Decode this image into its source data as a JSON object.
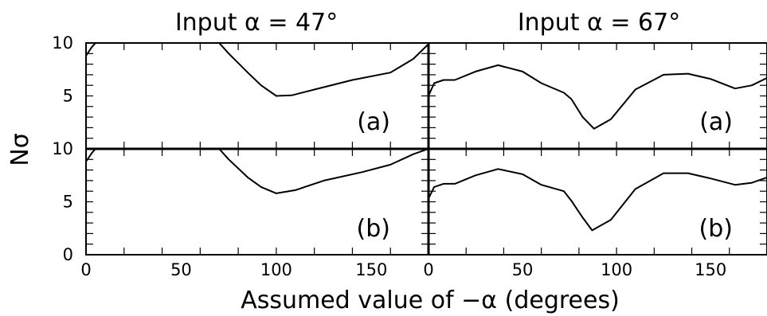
{
  "chart_data": {
    "type": "line",
    "ylabel": "Nσ",
    "xlabel": "Assumed value of −α (degrees)",
    "grid": false,
    "x_ticks": [
      0,
      50,
      100,
      150
    ],
    "columns": [
      {
        "title": "Input α = 47°",
        "xlim": [
          0,
          180
        ],
        "ylim": [
          0,
          10
        ],
        "y_ticks": [
          0,
          5,
          10
        ],
        "panels": [
          {
            "tag": "(a)",
            "curve": [
              [
                0,
                8.8
              ],
              [
                3,
                9.6
              ],
              [
                5,
                10
              ],
              [
                70,
                10
              ],
              [
                75,
                9.0
              ],
              [
                85,
                7.2
              ],
              [
                92,
                6.0
              ],
              [
                100,
                5.0
              ],
              [
                108,
                5.05
              ],
              [
                120,
                5.6
              ],
              [
                140,
                6.5
              ],
              [
                160,
                7.2
              ],
              [
                172,
                8.5
              ],
              [
                180,
                9.9
              ]
            ]
          },
          {
            "tag": "(b)",
            "curve": [
              [
                0,
                8.8
              ],
              [
                3,
                9.6
              ],
              [
                5,
                10
              ],
              [
                70,
                10
              ],
              [
                75,
                9.0
              ],
              [
                85,
                7.3
              ],
              [
                92,
                6.4
              ],
              [
                100,
                5.8
              ],
              [
                110,
                6.1
              ],
              [
                125,
                7.0
              ],
              [
                145,
                7.8
              ],
              [
                160,
                8.5
              ],
              [
                172,
                9.5
              ],
              [
                180,
                10
              ]
            ]
          }
        ]
      },
      {
        "title": "Input α = 67°",
        "xlim": [
          0,
          180
        ],
        "ylim": [
          0,
          10
        ],
        "y_ticks": [
          0,
          5,
          10
        ],
        "panels": [
          {
            "tag": "(a)",
            "curve": [
              [
                0,
                5.0
              ],
              [
                3,
                6.2
              ],
              [
                8,
                6.5
              ],
              [
                14,
                6.5
              ],
              [
                25,
                7.3
              ],
              [
                37,
                7.9
              ],
              [
                50,
                7.3
              ],
              [
                60,
                6.2
              ],
              [
                72,
                5.3
              ],
              [
                76,
                4.7
              ],
              [
                82,
                3.0
              ],
              [
                88,
                1.9
              ],
              [
                97,
                2.8
              ],
              [
                110,
                5.6
              ],
              [
                125,
                7.0
              ],
              [
                138,
                7.1
              ],
              [
                150,
                6.6
              ],
              [
                163,
                5.7
              ],
              [
                172,
                6.0
              ],
              [
                180,
                6.7
              ]
            ]
          },
          {
            "tag": "(b)",
            "curve": [
              [
                0,
                5.3
              ],
              [
                3,
                6.4
              ],
              [
                8,
                6.7
              ],
              [
                14,
                6.7
              ],
              [
                25,
                7.5
              ],
              [
                37,
                8.1
              ],
              [
                50,
                7.6
              ],
              [
                60,
                6.6
              ],
              [
                72,
                6.0
              ],
              [
                76,
                5.1
              ],
              [
                82,
                3.5
              ],
              [
                87,
                2.3
              ],
              [
                97,
                3.3
              ],
              [
                110,
                6.2
              ],
              [
                125,
                7.7
              ],
              [
                138,
                7.7
              ],
              [
                150,
                7.2
              ],
              [
                163,
                6.6
              ],
              [
                172,
                6.8
              ],
              [
                180,
                7.3
              ]
            ]
          }
        ]
      }
    ]
  }
}
